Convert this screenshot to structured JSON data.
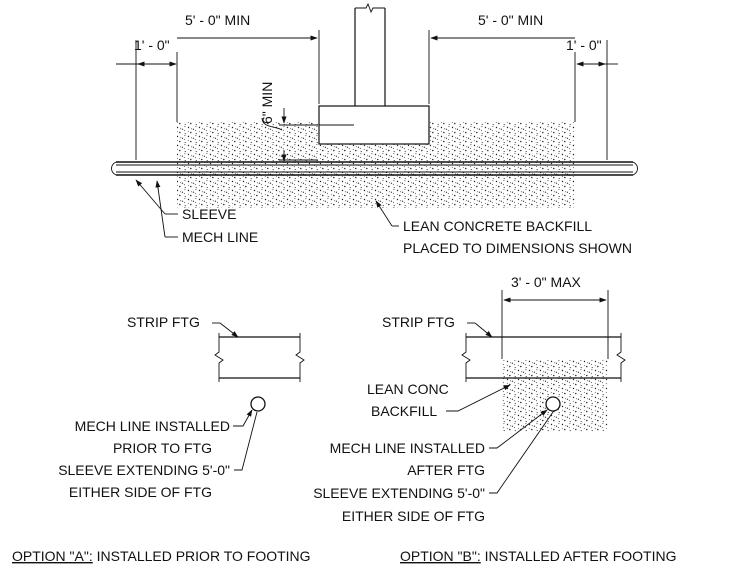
{
  "top_detail": {
    "dim_left_5ft": "5' - 0\" MIN",
    "dim_right_5ft": "5' - 0\" MIN",
    "dim_left_1ft": "1' - 0\"",
    "dim_right_1ft": "1' - 0\"",
    "dim_6in": "6\" MIN",
    "sleeve_label": "SLEEVE",
    "mech_line_label": "MECH LINE",
    "backfill_label_1": "LEAN CONCRETE BACKFILL",
    "backfill_label_2": "PLACED TO DIMENSIONS SHOWN"
  },
  "option_a": {
    "strip_ftg": "STRIP FTG",
    "note_1": "MECH LINE INSTALLED",
    "note_2": "PRIOR TO FTG",
    "note_3": "SLEEVE EXTENDING 5'-0\"",
    "note_4": "EITHER SIDE OF FTG",
    "caption_prefix": "OPTION \"A\":",
    "caption_text": " INSTALLED PRIOR TO FOOTING"
  },
  "option_b": {
    "dim_3ft": "3' - 0\" MAX",
    "strip_ftg": "STRIP FTG",
    "backfill_1": "LEAN CONC",
    "backfill_2": "BACKFILL",
    "note_1": "MECH LINE INSTALLED",
    "note_2": "AFTER FTG",
    "note_3": "SLEEVE EXTENDING 5'-0\"",
    "note_4": "EITHER SIDE OF FTG",
    "caption_prefix": "OPTION \"B\":",
    "caption_text": " INSTALLED AFTER FOOTING"
  }
}
